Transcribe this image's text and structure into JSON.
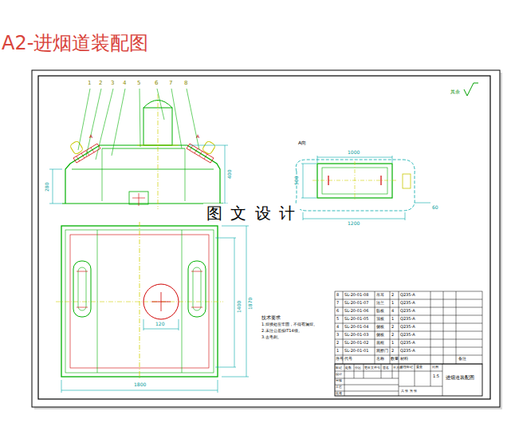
{
  "diagram": {
    "title": "A2-进烟道装配图",
    "labels": [
      "1",
      "2",
      "3",
      "4",
      "5",
      "6",
      "7",
      "8",
      "A",
      "A",
      "280",
      "400",
      "1800",
      "1870",
      "1400",
      "120",
      "A向",
      "1000",
      "500",
      "1200",
      "60",
      "其余",
      "图 文 设 计",
      "技术要求",
      "1.焊接处应牢固，不得有漏焊。",
      "2.未注公差按IT14级。",
      "3.去毛刺。",
      "8",
      "SL-20-01-08",
      "吊耳",
      "2",
      "Q235-A",
      "7",
      "SL-20-01-07",
      "法兰",
      "1",
      "Q235-A",
      "6",
      "SL-20-01-06",
      "筋板",
      "4",
      "Q235-A",
      "5",
      "SL-20-01-05",
      "顶板",
      "1",
      "Q235-A",
      "4",
      "SL-20-01-04",
      "侧板",
      "2",
      "Q235-A",
      "3",
      "SL-20-01-03",
      "侧板",
      "2",
      "Q235-A",
      "2",
      "SL-20-01-02",
      "底框",
      "1",
      "Q235-A",
      "1",
      "SL-20-01-01",
      "观察门",
      "2",
      "Q235-A",
      "序号",
      "代号",
      "名称",
      "数量",
      "材料",
      "备注",
      "标记",
      "处数",
      "分区",
      "更改文件号",
      "签名",
      "年月日",
      "设计",
      "审核",
      "工艺",
      "批准",
      "阶段标记",
      "重量",
      "比例",
      "1:5",
      "共 张 第 张",
      "进烟道装配图"
    ]
  }
}
